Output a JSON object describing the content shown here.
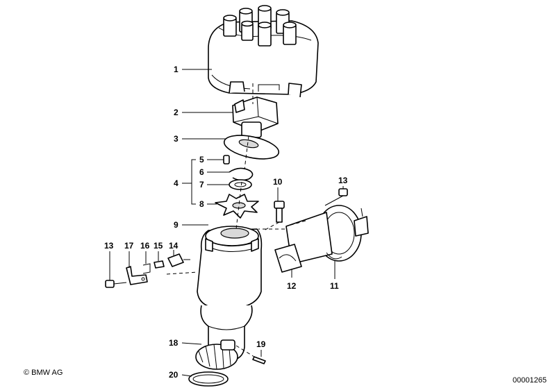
{
  "diagram": {
    "part_labels": [
      "1",
      "2",
      "3",
      "4",
      "5",
      "6",
      "7",
      "8",
      "9",
      "10",
      "11",
      "12",
      "13",
      "13",
      "14",
      "15",
      "16",
      "17",
      "18",
      "19",
      "20"
    ],
    "copyright": "© BMW AG",
    "image_number": "00001265"
  }
}
